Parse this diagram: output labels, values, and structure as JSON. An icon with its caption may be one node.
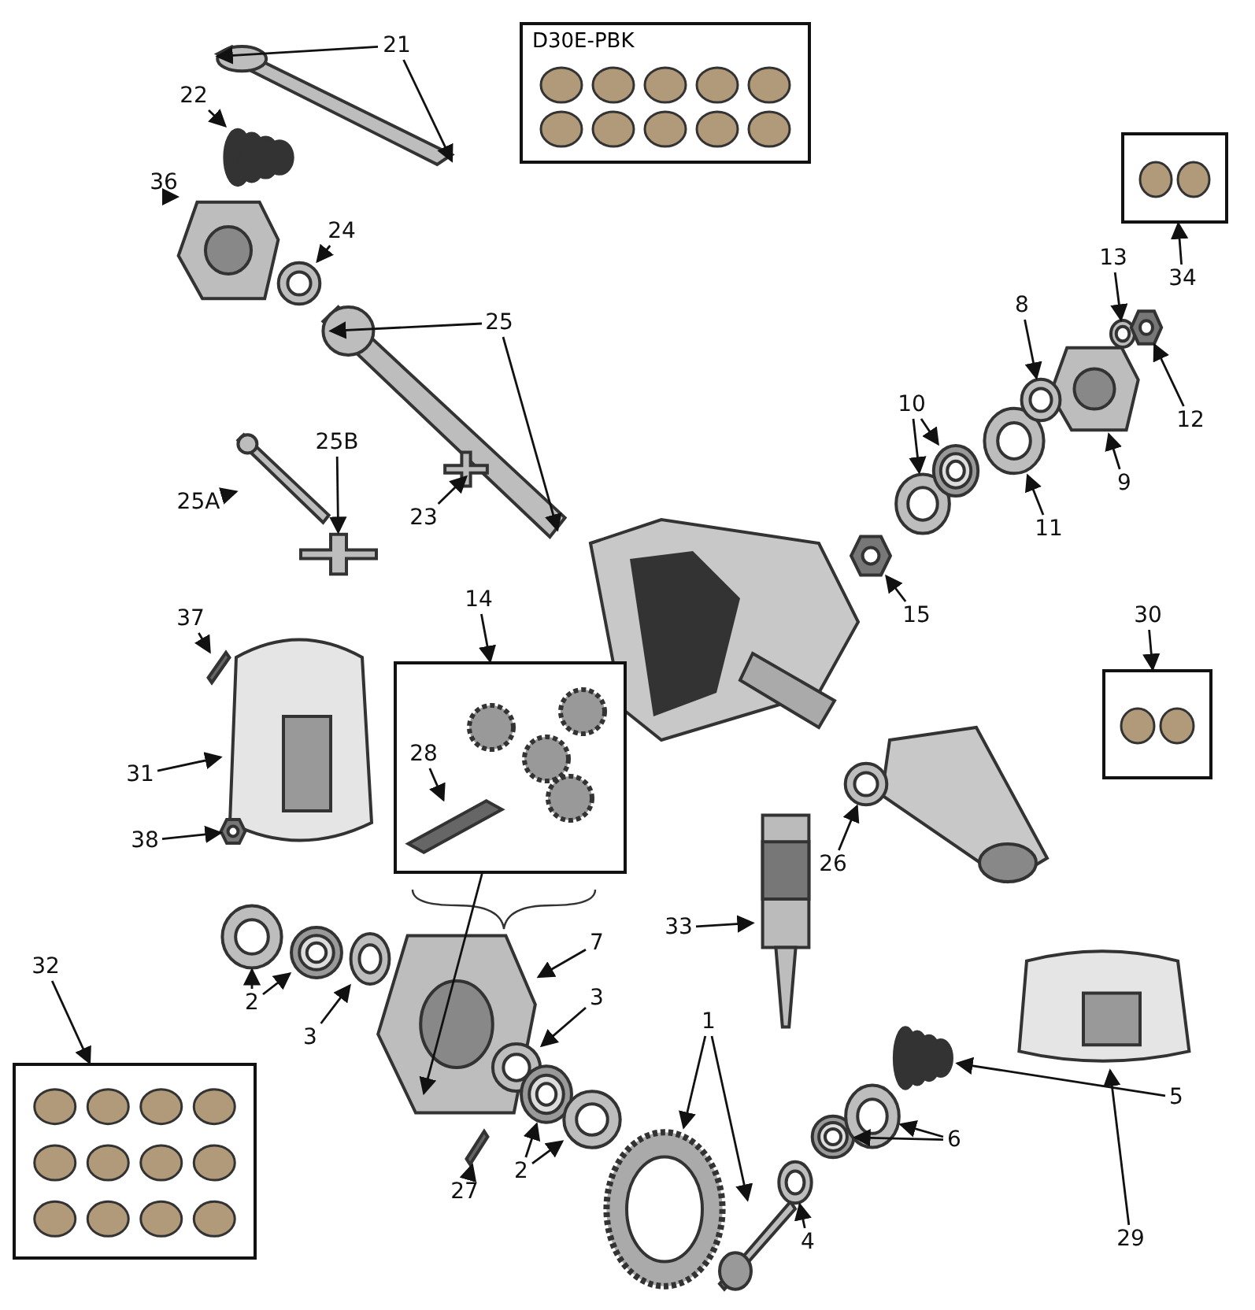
{
  "diagram": {
    "nodes": [
      {
        "text": [
          "21"
        ]
      },
      {
        "text": [],
        "shape": "picture"
      },
      {
        "text": [
          "22"
        ]
      },
      {
        "text": [],
        "shape": "picture"
      },
      {
        "text": [
          "36"
        ]
      },
      {
        "text": [],
        "shape": "picture"
      },
      {
        "text": [
          "24"
        ]
      },
      {
        "text": [],
        "shape": "picture"
      },
      {
        "text": [
          "D30E-PBK"
        ]
      },
      {
        "text": [
          "25"
        ]
      },
      {
        "text": [],
        "shape": "picture"
      },
      {
        "text": [
          "23"
        ]
      },
      {
        "text": [],
        "shape": "picture"
      },
      {
        "text": [
          "25A"
        ]
      },
      {
        "text": [],
        "shape": "picture"
      },
      {
        "text": [
          "25B"
        ]
      },
      {
        "text": [],
        "shape": "picture"
      },
      {
        "text": [
          "37"
        ]
      },
      {
        "text": [],
        "shape": "picture"
      },
      {
        "text": [
          "31"
        ]
      },
      {
        "text": [],
        "shape": "picture"
      },
      {
        "text": [
          "38"
        ]
      },
      {
        "text": [],
        "shape": "picture"
      },
      {
        "text": [
          "14"
        ]
      },
      {
        "text": [],
        "shape": "box"
      },
      {
        "text": [
          "28"
        ],
        "in": 24
      },
      {
        "text": [],
        "shape": "picture",
        "in": 24
      },
      {
        "text": [
          "32"
        ]
      },
      {
        "text": [],
        "shape": "box"
      },
      {
        "text": [
          "2"
        ]
      },
      {
        "text": [],
        "shape": "picture"
      },
      {
        "text": [],
        "shape": "picture"
      },
      {
        "text": [
          "3"
        ]
      },
      {
        "text": [],
        "shape": "picture"
      },
      {
        "text": [
          "27"
        ]
      },
      {
        "text": [],
        "shape": "picture"
      },
      {
        "text": [
          "7"
        ]
      },
      {
        "text": [],
        "shape": "picture"
      },
      {
        "text": [
          "3"
        ]
      },
      {
        "text": [],
        "shape": "picture"
      },
      {
        "text": [
          "2"
        ]
      },
      {
        "text": [],
        "shape": "picture"
      },
      {
        "text": [],
        "shape": "picture"
      },
      {
        "text": [
          "1"
        ]
      },
      {
        "text": [],
        "shape": "picture"
      },
      {
        "text": [],
        "shape": "picture"
      },
      {
        "text": [
          "4"
        ]
      },
      {
        "text": [],
        "shape": "picture"
      },
      {
        "text": [
          "6"
        ]
      },
      {
        "text": [],
        "shape": "picture"
      },
      {
        "text": [],
        "shape": "picture"
      },
      {
        "text": [
          "5"
        ]
      },
      {
        "text": [],
        "shape": "picture"
      },
      {
        "text": [
          "29"
        ]
      },
      {
        "text": [],
        "shape": "picture"
      },
      {
        "text": [
          "33"
        ]
      },
      {
        "text": [],
        "shape": "picture"
      },
      {
        "text": [
          "26"
        ]
      },
      {
        "text": [],
        "shape": "picture"
      },
      {
        "text": [
          "30"
        ]
      },
      {
        "text": [],
        "shape": "box"
      },
      {
        "text": [
          "15"
        ]
      },
      {
        "text": [],
        "shape": "picture"
      },
      {
        "text": [
          "10"
        ]
      },
      {
        "text": [],
        "shape": "picture"
      },
      {
        "text": [],
        "shape": "picture"
      },
      {
        "text": [
          "11"
        ]
      },
      {
        "text": [],
        "shape": "picture"
      },
      {
        "text": [
          "9"
        ]
      },
      {
        "text": [],
        "shape": "picture"
      },
      {
        "text": [
          "8"
        ]
      },
      {
        "text": [],
        "shape": "picture"
      },
      {
        "text": [
          "13"
        ]
      },
      {
        "text": [],
        "shape": "picture"
      },
      {
        "text": [
          "12"
        ]
      },
      {
        "text": [],
        "shape": "picture"
      },
      {
        "text": [
          "34"
        ]
      },
      {
        "text": [],
        "shape": "box"
      }
    ],
    "edges": [
      {
        "from": 0,
        "to": 1,
        "arrow": "to"
      },
      {
        "from": 0,
        "to": 1,
        "arrow": "to"
      },
      {
        "from": 2,
        "to": 3,
        "arrow": "to"
      },
      {
        "from": 4,
        "to": 5,
        "arrow": "to"
      },
      {
        "from": 6,
        "to": 7,
        "arrow": "to"
      },
      {
        "from": 9,
        "to": 10,
        "arrow": "to"
      },
      {
        "from": 9,
        "to": 10,
        "arrow": "to"
      },
      {
        "from": 11,
        "to": 12,
        "arrow": "to"
      },
      {
        "from": 13,
        "to": 14,
        "arrow": "to"
      },
      {
        "from": 15,
        "to": 16,
        "arrow": "to"
      },
      {
        "from": 17,
        "to": 18,
        "arrow": "to"
      },
      {
        "from": 19,
        "to": 20,
        "arrow": "to"
      },
      {
        "from": 21,
        "to": 22,
        "arrow": "to"
      },
      {
        "from": 23,
        "to": 24,
        "arrow": "to"
      },
      {
        "from": 25,
        "to": 26,
        "arrow": "to"
      },
      {
        "from": 24,
        "to": 37,
        "arrow": "to"
      },
      {
        "from": 27,
        "to": 28,
        "arrow": "to"
      },
      {
        "from": 29,
        "to": 30,
        "arrow": "to"
      },
      {
        "from": 29,
        "to": 31,
        "arrow": "to"
      },
      {
        "from": 32,
        "to": 33,
        "arrow": "to"
      },
      {
        "from": 34,
        "to": 35,
        "arrow": "to"
      },
      {
        "from": 36,
        "to": 37,
        "arrow": "to"
      },
      {
        "from": 38,
        "to": 39,
        "arrow": "to"
      },
      {
        "from": 40,
        "to": 41,
        "arrow": "to"
      },
      {
        "from": 40,
        "to": 42,
        "arrow": "to"
      },
      {
        "from": 43,
        "to": 44,
        "arrow": "to"
      },
      {
        "from": 43,
        "to": 45,
        "arrow": "to"
      },
      {
        "from": 46,
        "to": 47,
        "arrow": "to"
      },
      {
        "from": 48,
        "to": 49,
        "arrow": "to"
      },
      {
        "from": 48,
        "to": 50,
        "arrow": "to"
      },
      {
        "from": 51,
        "to": 52,
        "arrow": "to"
      },
      {
        "from": 53,
        "to": 54,
        "arrow": "to"
      },
      {
        "from": 55,
        "to": 56,
        "arrow": "to"
      },
      {
        "from": 57,
        "to": 58,
        "arrow": "to"
      },
      {
        "from": 59,
        "to": 60,
        "arrow": "to"
      },
      {
        "from": 61,
        "to": 62,
        "arrow": "to"
      },
      {
        "from": 63,
        "to": 64,
        "arrow": "to"
      },
      {
        "from": 63,
        "to": 65,
        "arrow": "to"
      },
      {
        "from": 66,
        "to": 67,
        "arrow": "to"
      },
      {
        "from": 68,
        "to": 69,
        "arrow": "to"
      },
      {
        "from": 70,
        "to": 71,
        "arrow": "to"
      },
      {
        "from": 72,
        "to": 73,
        "arrow": "to"
      },
      {
        "from": 74,
        "to": 75,
        "arrow": "to"
      },
      {
        "from": 76,
        "to": 77,
        "arrow": "to"
      }
    ]
  }
}
